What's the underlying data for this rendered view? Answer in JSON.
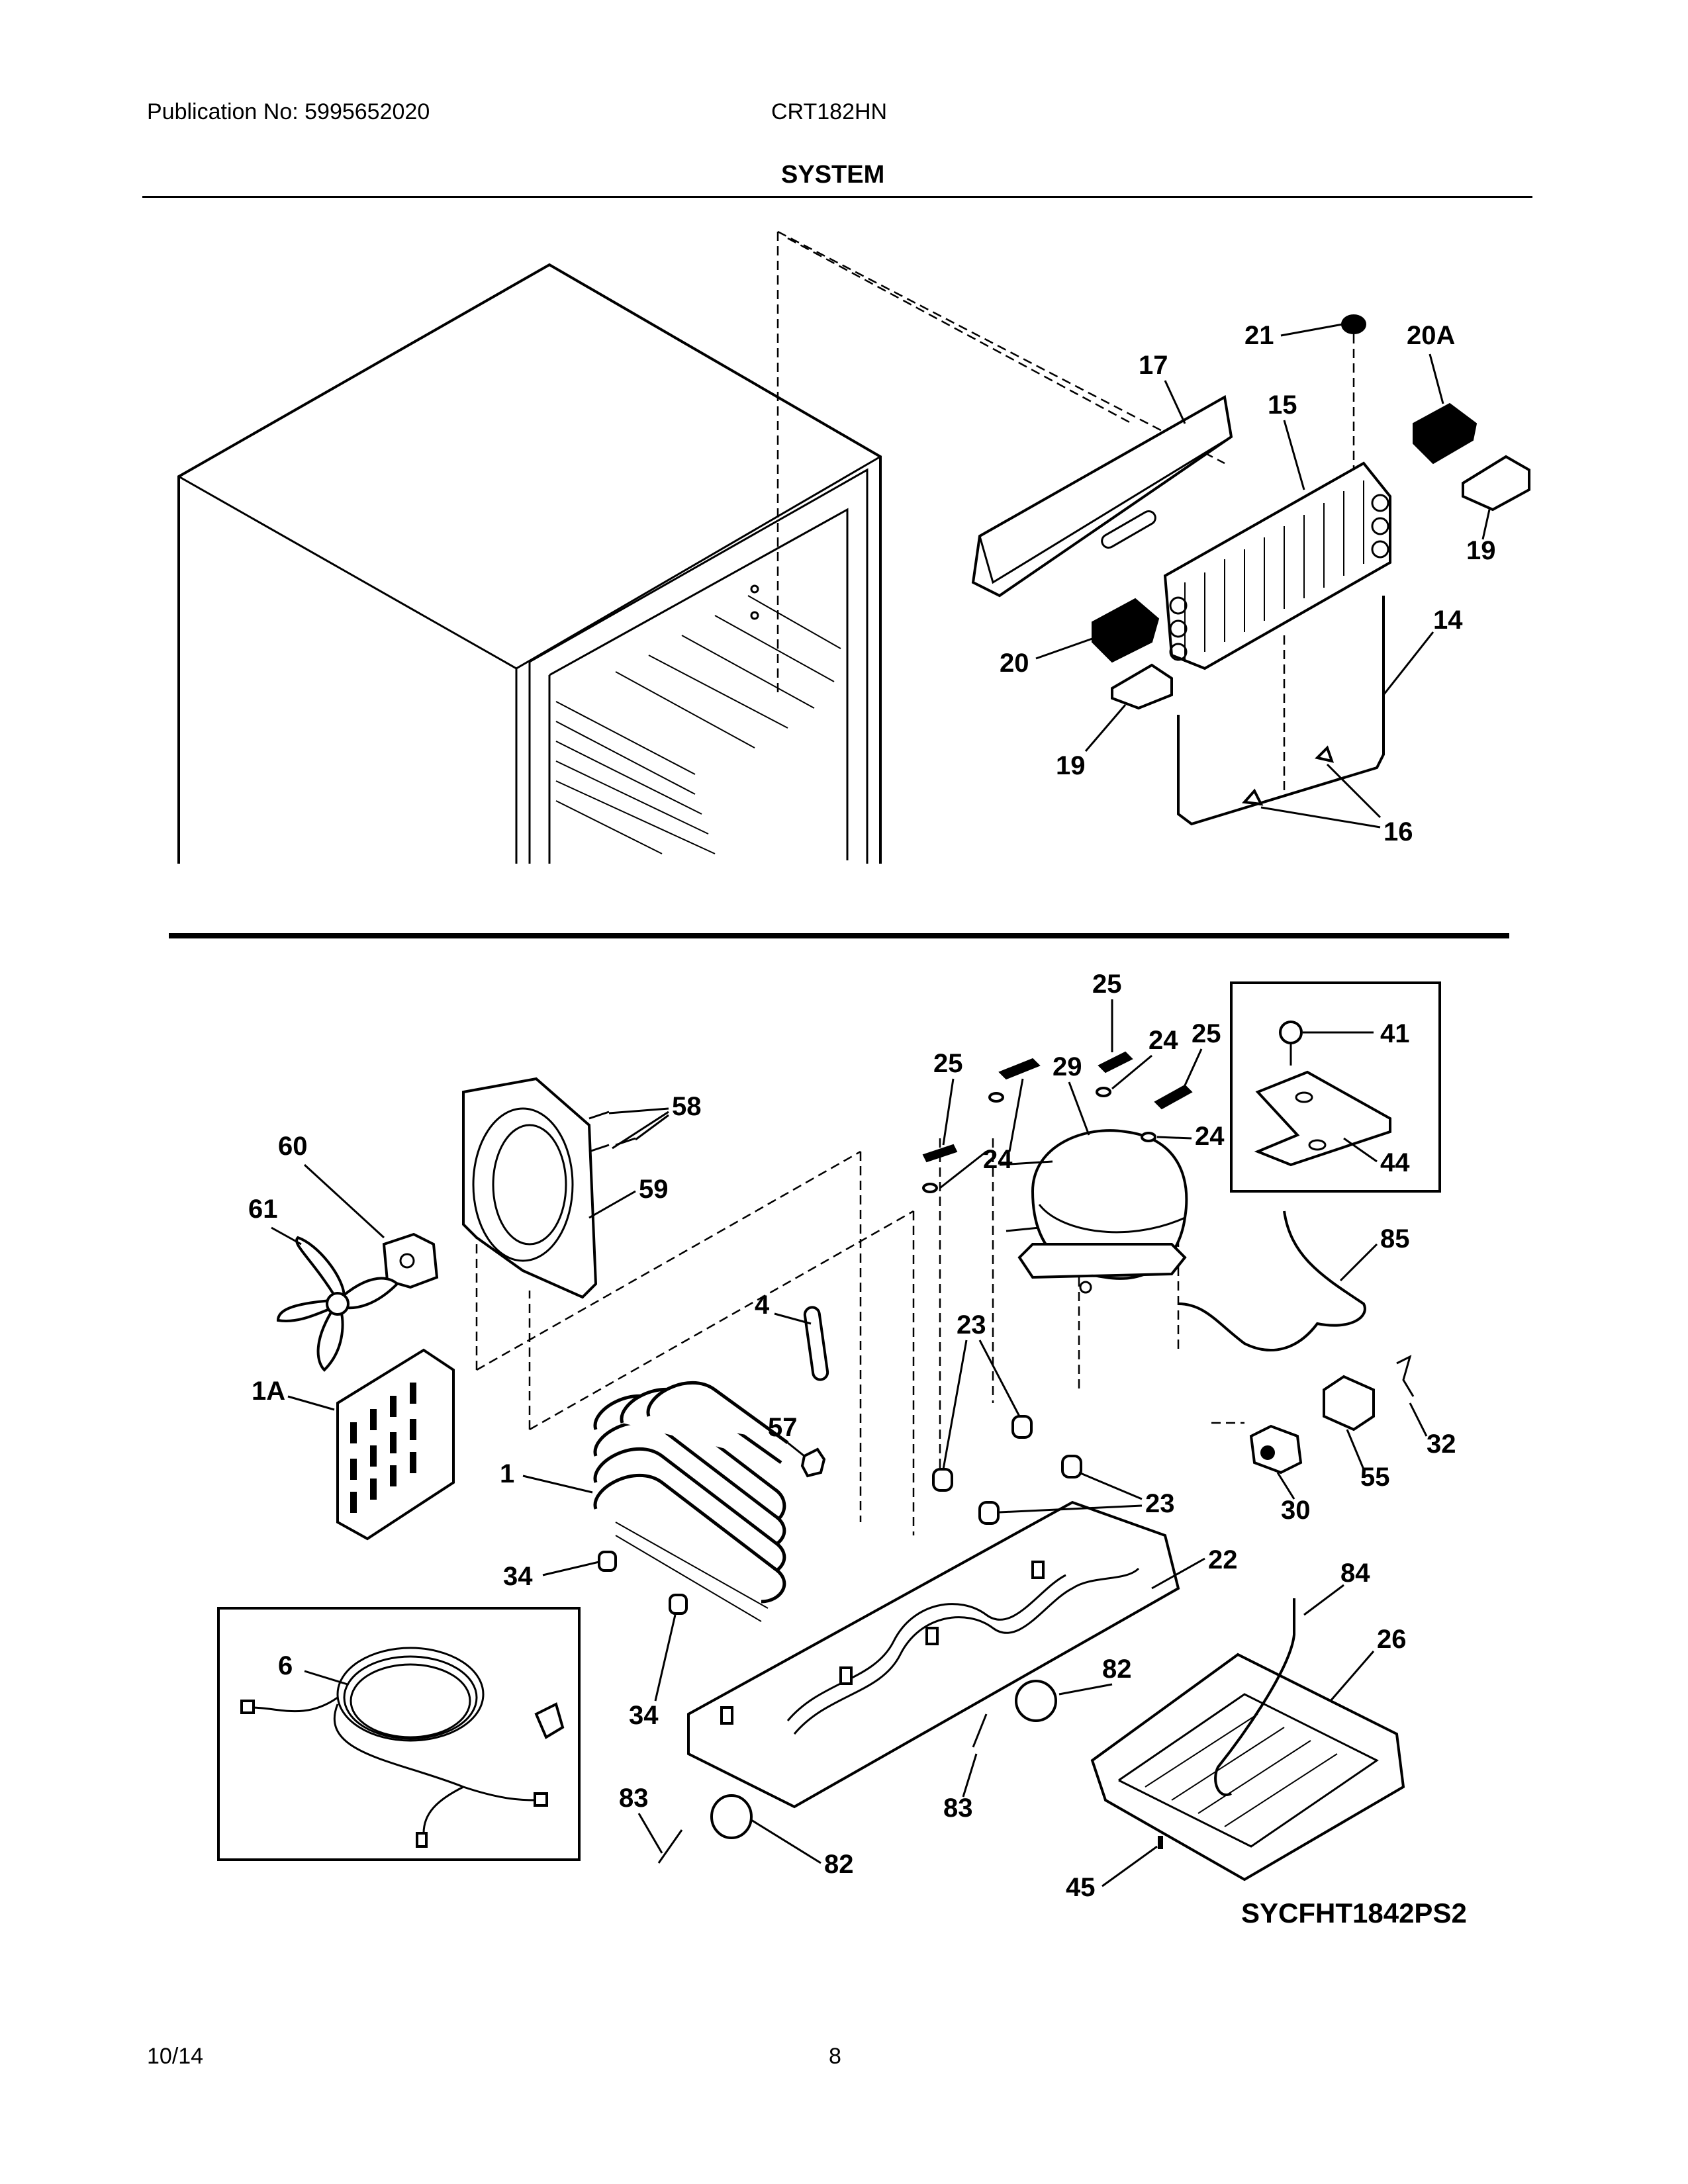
{
  "header": {
    "publication": "Publication No: 5995652020",
    "model": "CRT182HN",
    "section_title": "SYSTEM"
  },
  "callouts": {
    "c17": "17",
    "c15": "15",
    "c21": "21",
    "c20A": "20A",
    "c19a": "19",
    "c19b": "19",
    "c20": "20",
    "c14": "14",
    "c16": "16",
    "c25a": "25",
    "c25b": "25",
    "c25c": "25",
    "c24a": "24",
    "c24b": "24",
    "c24c": "24",
    "c29": "29",
    "c41": "41",
    "c44": "44",
    "c58": "58",
    "c60": "60",
    "c59": "59",
    "c61": "61",
    "c85": "85",
    "c4": "4",
    "c23a": "23",
    "c23b": "23",
    "c1A": "1A",
    "c57": "57",
    "c32": "32",
    "c1": "1",
    "c55": "55",
    "c30": "30",
    "c22": "22",
    "c34a": "34",
    "c34b": "34",
    "c84": "84",
    "c6": "6",
    "c26": "26",
    "c82a": "82",
    "c82b": "82",
    "c83a": "83",
    "c83b": "83",
    "c45": "45"
  },
  "diagram_code": "SYCFHT1842PS2",
  "footer": {
    "date": "10/14",
    "page": "8"
  }
}
